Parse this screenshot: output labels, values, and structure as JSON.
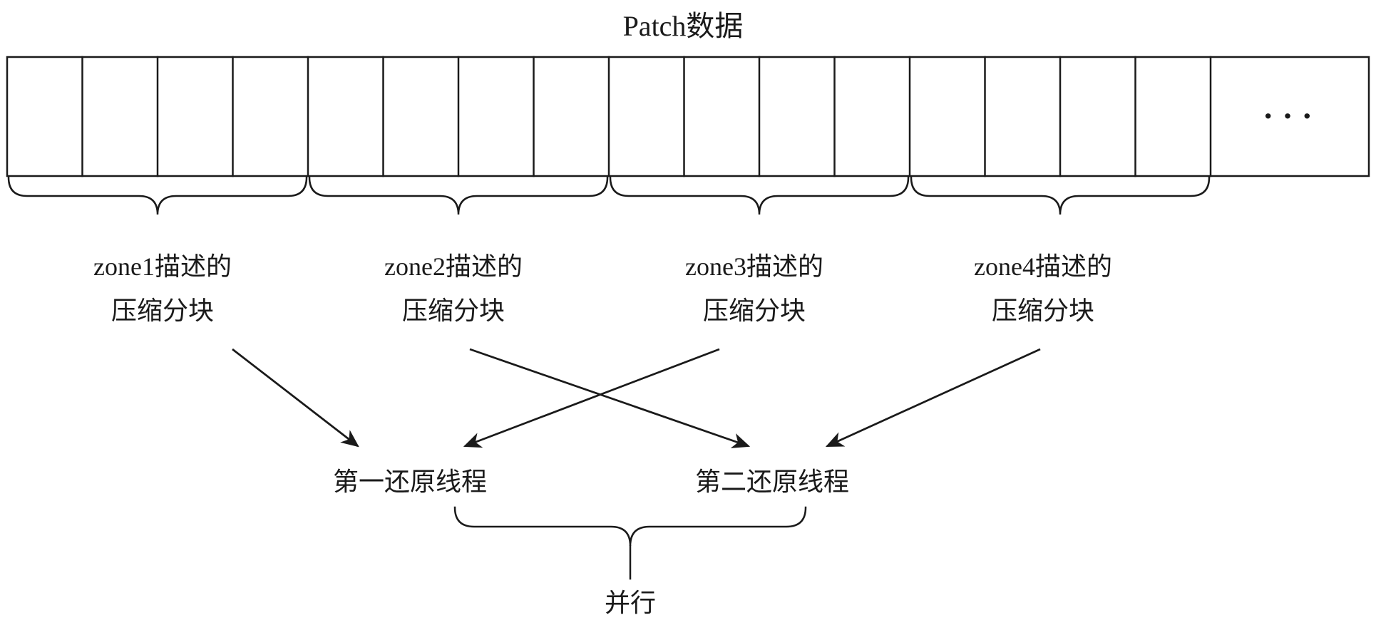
{
  "diagram": {
    "title": "Patch数据",
    "bar": {
      "cell_count": 16,
      "ellipsis": "···"
    },
    "zones": [
      {
        "line1": "zone1描述的",
        "line2": "压缩分块"
      },
      {
        "line1": "zone2描述的",
        "line2": "压缩分块"
      },
      {
        "line1": "zone3描述的",
        "line2": "压缩分块"
      },
      {
        "line1": "zone4描述的",
        "line2": "压缩分块"
      }
    ],
    "threads": [
      {
        "label": "第一还原线程"
      },
      {
        "label": "第二还原线程"
      }
    ],
    "parallel_label": "并行",
    "colors": {
      "stroke": "#1a1a1a",
      "background": "#ffffff"
    }
  }
}
